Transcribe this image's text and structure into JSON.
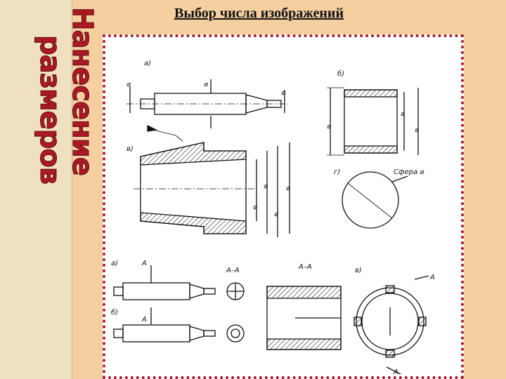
{
  "sidebar": {
    "word1": "Нанесение",
    "word2": "размеров"
  },
  "slide": {
    "title": "Выбор числа изображений"
  },
  "figure": {
    "labels": {
      "a": "а)",
      "b": "б)",
      "v": "в)",
      "g": "г)",
      "sphere": "Сфера ⌀",
      "diam": "⌀",
      "bottom_a": "а)",
      "bottom_b": "б)",
      "bottom_v": "в)",
      "A": "А",
      "section": "А–А"
    }
  }
}
